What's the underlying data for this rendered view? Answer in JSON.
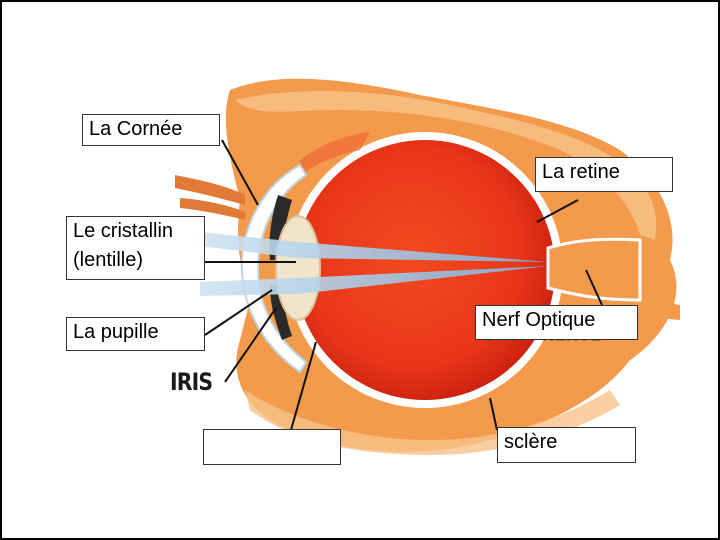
{
  "labels": {
    "cornea": "La Cornée",
    "retina": "La retine",
    "lens": "Le cristallin (lentille)",
    "pupil": "La pupille",
    "optic_nerve": "Nerf Optique",
    "sclera": "sclère",
    "blank": ""
  },
  "printed": {
    "iris": "IRIS",
    "optic_nerve_under": "OPTIC NERVE"
  },
  "colors": {
    "eyeball": "#e8351a",
    "eyeball_dark": "#c81e0c",
    "tissue": "#f39a4c",
    "tissue_light": "#f7c38a",
    "lens": "#f2e4c8",
    "light_ray": "#9fc7e6",
    "sclera_edge": "#ffffff"
  }
}
